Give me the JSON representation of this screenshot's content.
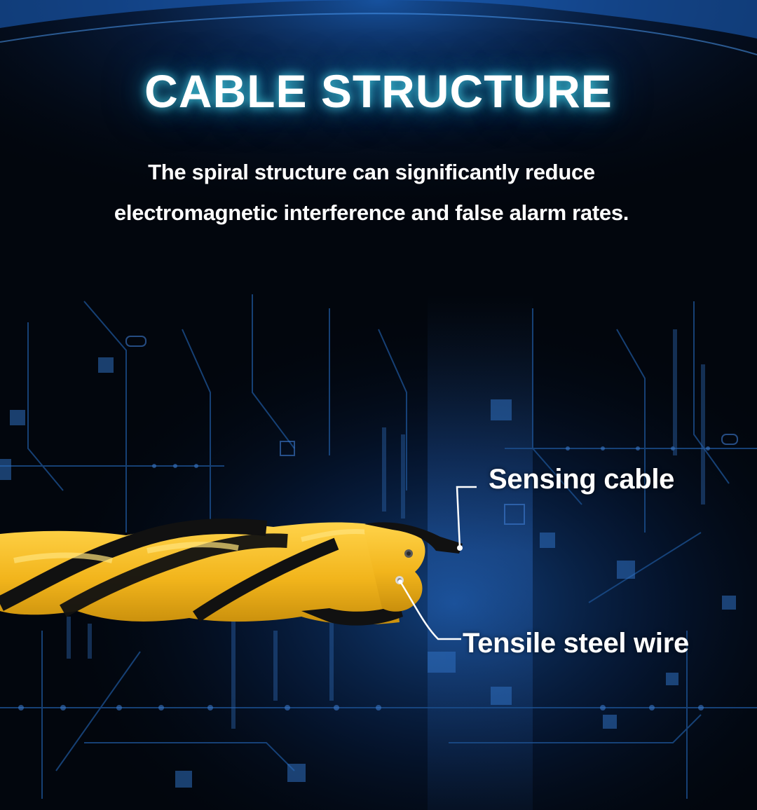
{
  "header": {
    "title": "CABLE STRUCTURE",
    "subtitle_line1": "The spiral structure can significantly reduce",
    "subtitle_line2": "electromagnetic interference and false alarm rates."
  },
  "callouts": {
    "sensing_cable": "Sensing cable",
    "tensile_steel_wire": "Tensile steel wire"
  },
  "colors": {
    "background": "#02060d",
    "glow": "#3cc8e0",
    "cable_yellow": "#f2b51c",
    "cable_black": "#111111"
  }
}
